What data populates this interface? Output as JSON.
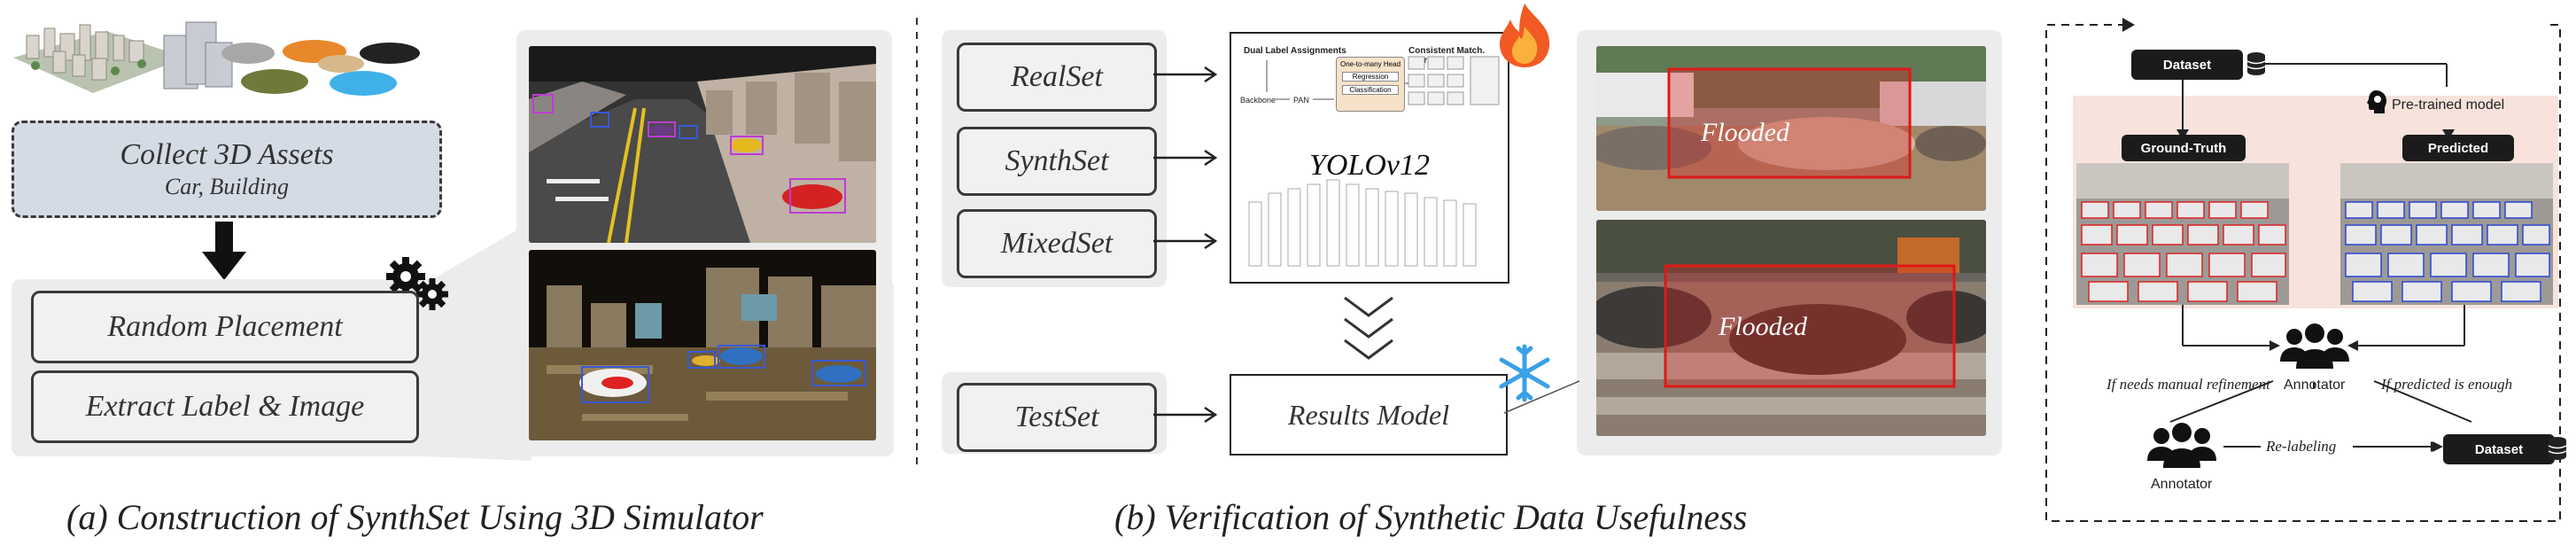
{
  "panel_a": {
    "collect_title": "Collect 3D Assets",
    "collect_subtitle": "Car, Building",
    "random_placement": "Random Placement",
    "extract_label": "Extract Label & Image",
    "caption": "(a) Construction of SynthSet Using 3D Simulator"
  },
  "panel_b": {
    "datasets": [
      "RealSet",
      "SynthSet",
      "MixedSet"
    ],
    "testset": "TestSet",
    "model_name": "YOLOv12",
    "diagram_header_left": "Dual Label Assignments",
    "diagram_header_right": "Consistent Match. Metric",
    "diagram_backbone": "Backbone",
    "diagram_pan": "PAN",
    "diagram_one_to_many": "One-to-many Head",
    "diagram_regression": "Regression",
    "diagram_classification": "Classification",
    "results_model": "Results Model",
    "flooded_top": "Flooded",
    "flooded_bottom": "Flooded",
    "caption": "(b) Verification of Synthetic Data Usefulness"
  },
  "panel_c": {
    "dataset_top": "Dataset",
    "pretrained": "Pre-trained model",
    "ground_truth": "Ground-Truth",
    "predicted": "Predicted",
    "annotator_mid": "Annotator",
    "if_manual": "If needs manual refinement",
    "if_enough": "If predicted is enough",
    "annotator_bottom": "Annotator",
    "relabeling": "Re-labeling",
    "dataset_bottom": "Dataset"
  },
  "colors": {
    "panel_bg": "#ececec",
    "collect_fill": "#d4dbe5",
    "flooded_box": "#e01818",
    "c_panel_fill": "#f7e3dc",
    "dark_pill": "#1b1b1b"
  }
}
